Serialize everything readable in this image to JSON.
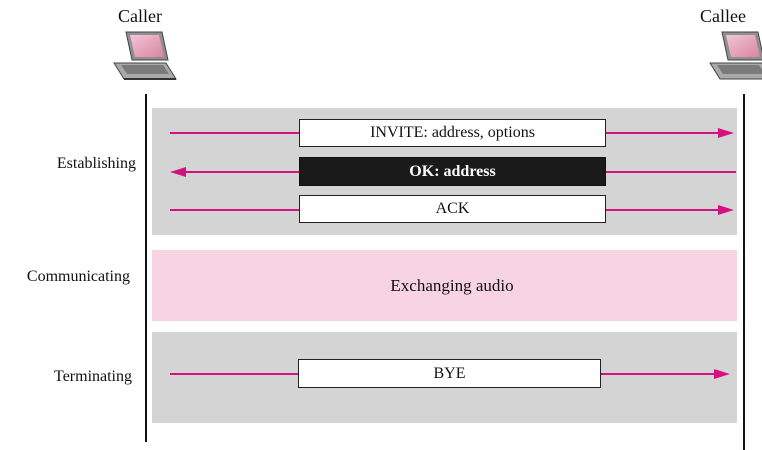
{
  "actors": {
    "caller": "Caller",
    "callee": "Callee"
  },
  "phases": {
    "establishing": "Establishing",
    "communicating": "Communicating",
    "terminating": "Terminating"
  },
  "messages": {
    "invite": "INVITE: address, options",
    "ok": "OK: address",
    "ack": "ACK",
    "exchange": "Exchanging audio",
    "bye": "BYE"
  },
  "colors": {
    "arrow": "#d4127f",
    "band_gray": "#d4d4d4",
    "band_pink": "#f8d4e2",
    "ok_box": "#1a1a1a"
  },
  "icons": {
    "caller": "laptop-icon",
    "callee": "laptop-icon"
  }
}
